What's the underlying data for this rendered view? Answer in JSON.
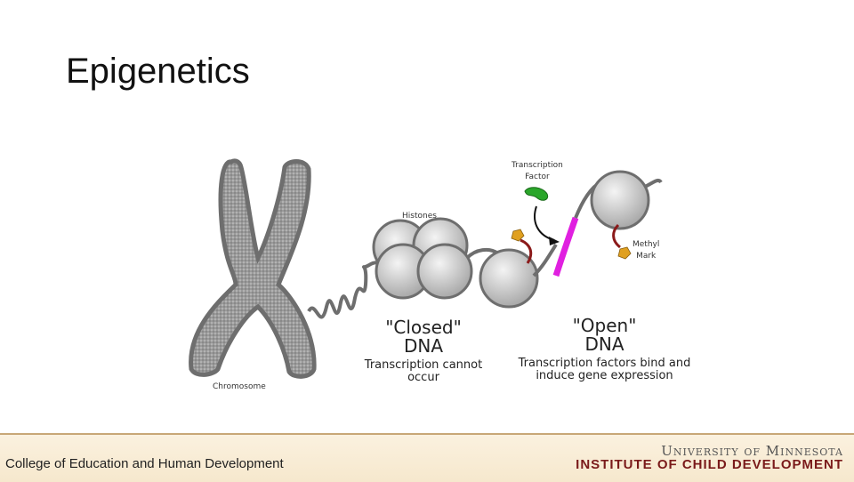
{
  "slide": {
    "title": "Epigenetics"
  },
  "diagram": {
    "chromosome_label": "Chromosome",
    "histones_label": "Histones",
    "transcription_factor_label_line1": "Transcription",
    "transcription_factor_label_line2": "Factor",
    "methyl_label_line1": "Methyl",
    "methyl_label_line2": "Mark",
    "closed": {
      "title_line1": "\"Closed\"",
      "title_line2": "DNA",
      "desc_line1": "Transcription cannot",
      "desc_line2": "occur"
    },
    "open": {
      "title_line1": "\"Open\"",
      "title_line2": "DNA",
      "desc_line1": "Transcription factors bind and",
      "desc_line2": "induce gene expression"
    },
    "colors": {
      "dna_strand": "#7a7a7a",
      "histone": "#cfcfcf",
      "open_dna": "#e020e0",
      "transcription_factor": "#2aa62a",
      "methyl_mark": "#e0a020",
      "methyl_stem": "#8b1a1a"
    }
  },
  "footer": {
    "college": "College of Education and Human Development",
    "university": "University of Minnesota",
    "institute": "INSTITUTE OF CHILD DEVELOPMENT",
    "colors": {
      "institute": "#7a1a1a",
      "border": "#c8a777"
    }
  }
}
